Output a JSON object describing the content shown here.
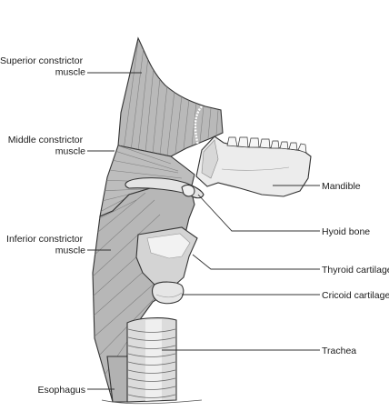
{
  "labels": {
    "superior": [
      "Superior constrictor",
      "muscle"
    ],
    "middle": [
      "Middle constrictor",
      "muscle"
    ],
    "inferior": [
      "Inferior constrictor",
      "muscle"
    ],
    "esophagus": "Esophagus",
    "mandible": "Mandible",
    "hyoid": "Hyoid bone",
    "thyroid": "Thyroid cartilage",
    "cricoid": "Cricoid cartilage",
    "trachea": "Trachea"
  },
  "colors": {
    "muscle": "#b9b9b9",
    "bone": "#ececec",
    "cartilage": "#d4d4d4",
    "outline": "#333333"
  }
}
